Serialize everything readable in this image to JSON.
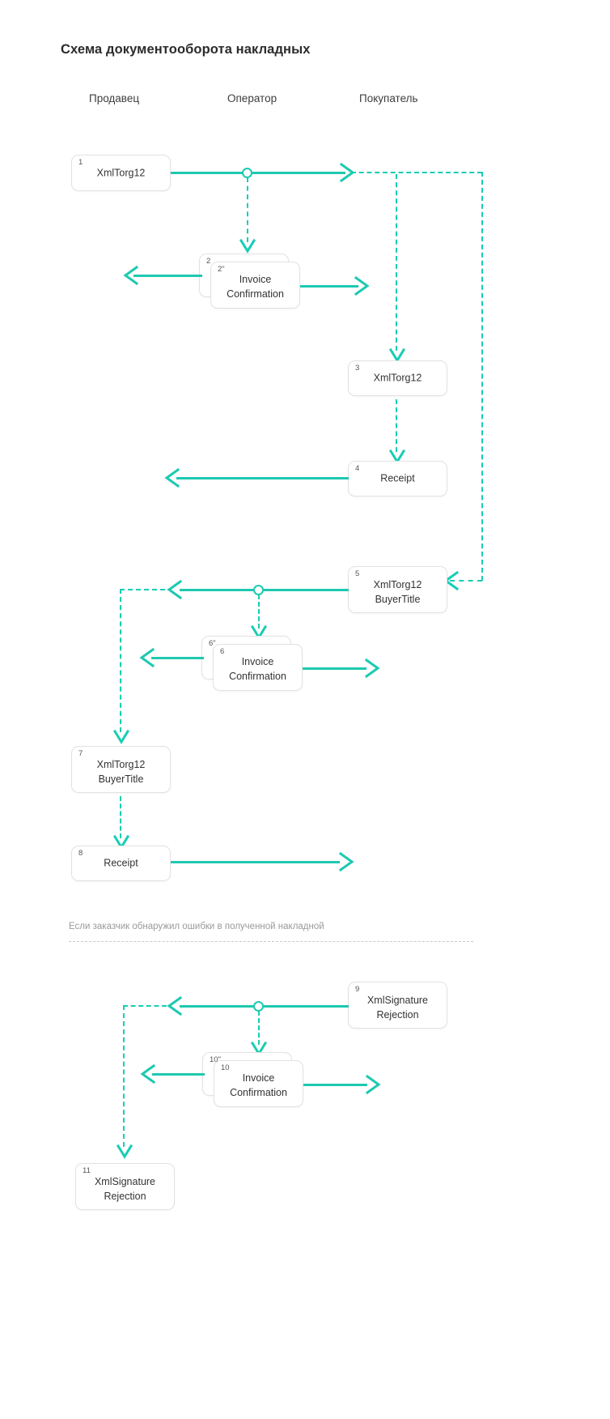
{
  "page": {
    "title": "Схема документооборота накладных"
  },
  "lanes": [
    {
      "id": "seller",
      "label": "Продавец"
    },
    {
      "id": "operator",
      "label": "Оператор"
    },
    {
      "id": "buyer",
      "label": "Покупатель"
    }
  ],
  "nodes": [
    {
      "num": "1",
      "label": "XmlTorg12",
      "lane": "seller"
    },
    {
      "num": "2",
      "label": "",
      "lane": "operator"
    },
    {
      "num": "2\"",
      "label": "Invoice\nConfirmation",
      "lane": "operator"
    },
    {
      "num": "3",
      "label": "XmlTorg12",
      "lane": "buyer"
    },
    {
      "num": "4",
      "label": "Receipt",
      "lane": "buyer"
    },
    {
      "num": "5",
      "label": "XmlTorg12\nBuyerTitle",
      "lane": "buyer"
    },
    {
      "num": "6\"",
      "label": "",
      "lane": "operator"
    },
    {
      "num": "6",
      "label": "Invoice\nConfirmation",
      "lane": "operator"
    },
    {
      "num": "7",
      "label": "XmlTorg12\nBuyerTitle",
      "lane": "seller"
    },
    {
      "num": "8",
      "label": "Receipt",
      "lane": "seller"
    },
    {
      "num": "9",
      "label": "XmlSignature\nRejection",
      "lane": "buyer"
    },
    {
      "num": "10\"",
      "label": "",
      "lane": "operator"
    },
    {
      "num": "10",
      "label": "Invoice\nConfirmation",
      "lane": "operator"
    },
    {
      "num": "11",
      "label": "XmlSignature\nRejection",
      "lane": "seller"
    }
  ],
  "section": {
    "note": "Если заказчик обнаружил ошибки в полученной накладной"
  },
  "colors": {
    "accent": "#1ec9b0",
    "accent_dashed": "#18cdb4",
    "node_border": "#e2e2e2",
    "text": "#333333",
    "muted": "#9a9a9a",
    "background": "#ffffff"
  }
}
